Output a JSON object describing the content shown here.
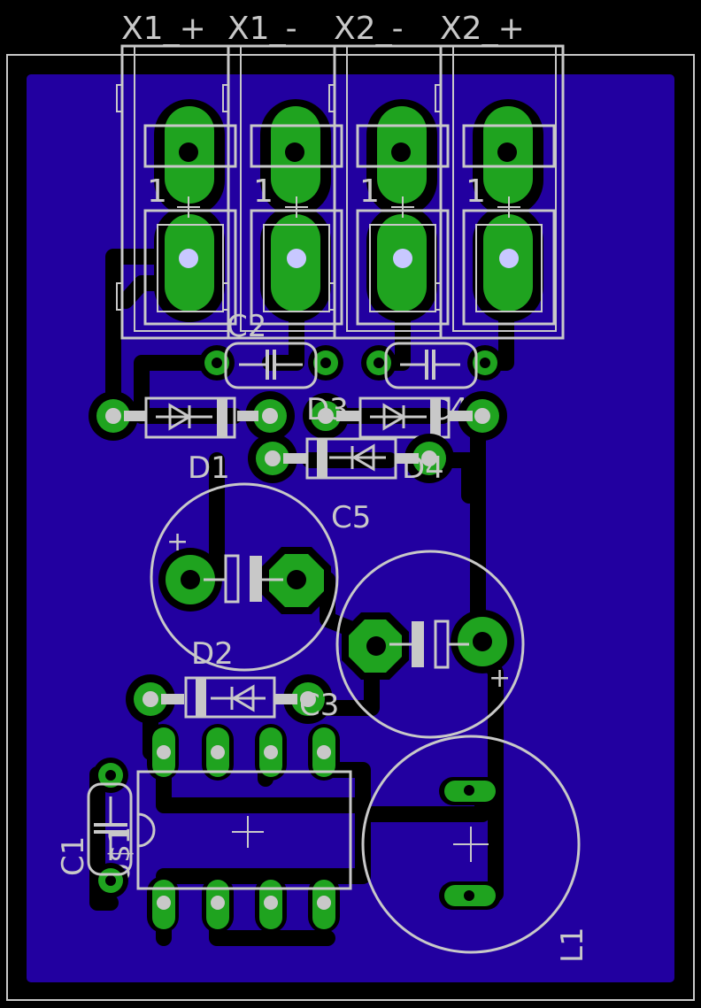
{
  "colors": {
    "background": "#000000",
    "copper_pour": "#2200a0",
    "pad": "#1fa31f",
    "silkscreen": "#c8c8c8",
    "drill": "#000000"
  },
  "connectors": [
    {
      "id": "x1p",
      "label": "X1_+"
    },
    {
      "id": "x1m",
      "label": "X1_-"
    },
    {
      "id": "x2m",
      "label": "X2_-"
    },
    {
      "id": "x2p",
      "label": "X2_+"
    }
  ],
  "pin1_marker": "1",
  "components": {
    "c1": "C1",
    "c2": "C2",
    "c3": "C3",
    "c4": "C4",
    "c5": "C5",
    "d1": "D1",
    "d2": "D2",
    "d3": "D3",
    "d4": "D4",
    "l1": "L1",
    "u1": "U$1"
  },
  "polarity": {
    "c5_plus": "+",
    "c4_plus": "+"
  }
}
